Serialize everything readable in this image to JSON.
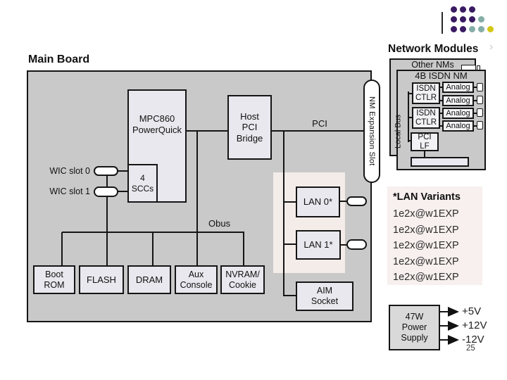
{
  "title": "Main Board",
  "page_number": "25",
  "board": {
    "mpc860": "MPC860\nPowerQuick",
    "sccs": "4\nSCCs",
    "host_pci_bridge": "Host\nPCI\nBridge",
    "pci_bus_label": "PCI",
    "obus_label": "Obus",
    "wic_slot_0": "WIC slot 0",
    "wic_slot_1": "WIC slot 1",
    "boot_rom": "Boot\nROM",
    "flash": "FLASH",
    "dram": "DRAM",
    "aux_console": "Aux\nConsole",
    "nvram_cookie": "NVRAM/\nCookie",
    "lan0": "LAN 0*",
    "lan1": "LAN 1*",
    "aim_socket": "AIM\nSocket",
    "nm_expansion_slot": "NM Expansion Slot"
  },
  "network_modules": {
    "heading": "Network Modules",
    "chevron": "›",
    "back_card_label": "Other NMs",
    "front_card_label": "4B ISDN NM",
    "local_bus": "Local Bus",
    "isdn_ctlr_1": "ISDN\nCTLR",
    "isdn_ctlr_2": "ISDN\nCTLR",
    "analog": [
      "Analog",
      "Analog",
      "Analog",
      "Analog"
    ],
    "pci_lf": "PCI\nLF"
  },
  "lan_variants": {
    "title": "*LAN Variants",
    "items": [
      "1e2x@w1EXP",
      "1e2x@w1EXP",
      "1e2x@w1EXP",
      "1e2x@w1EXP",
      "1e2x@w1EXP"
    ]
  },
  "power": {
    "label": "47W\nPower\nSupply",
    "outputs": [
      "+5V",
      "+12V",
      "-12V"
    ]
  },
  "logo": {
    "colors": {
      "purple": "#3a1a63",
      "teal": "#84ada6",
      "yellow": "#d3c714"
    }
  }
}
